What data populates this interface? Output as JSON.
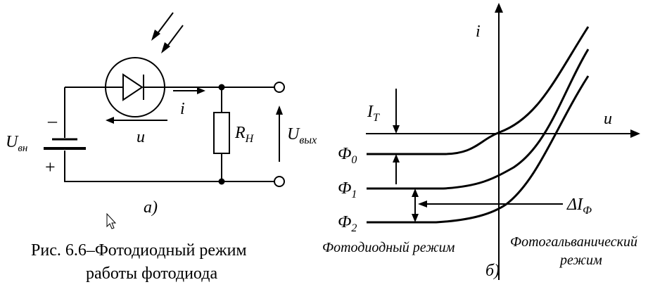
{
  "circuit": {
    "u_source_main": "U",
    "u_source_sub": "вн",
    "minus_sign": "–",
    "plus_sign": "+",
    "current_label": "i",
    "voltage_label": "u",
    "resistor_main": "R",
    "resistor_sub": "Н",
    "u_out_main": "U",
    "u_out_sub": "вых",
    "sublabel": "а)"
  },
  "caption": {
    "line1": "Рис. 6.6–Фотодиодный режим",
    "line2": "работы фотодиода"
  },
  "graph": {
    "y_axis_label": "i",
    "x_axis_label": "u",
    "dark_current_main": "I",
    "dark_current_sub": "T",
    "flux": [
      {
        "main": "Ф",
        "sub": "0"
      },
      {
        "main": "Ф",
        "sub": "1"
      },
      {
        "main": "Ф",
        "sub": "2"
      }
    ],
    "delta_main": "ΔI",
    "delta_sub": "Ф",
    "region_left": "Фотодиодный режим",
    "region_right_line1": "Фотогальванический",
    "region_right_line2": "режим",
    "sublabel": "б)"
  },
  "cursor_icon": "arrow-cursor-icon"
}
